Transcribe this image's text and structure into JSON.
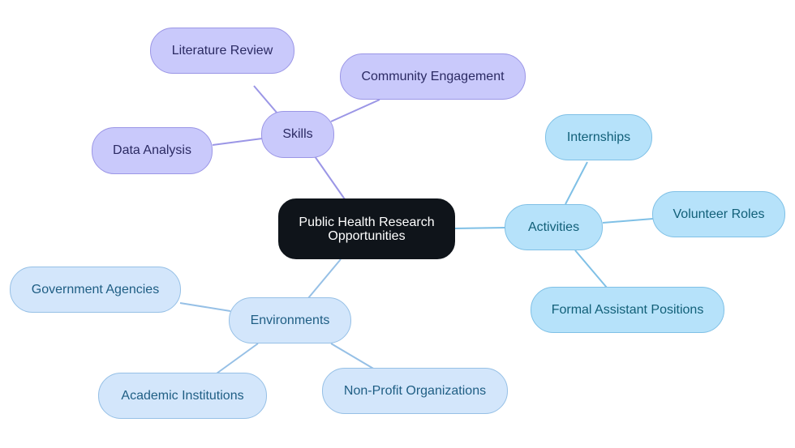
{
  "mindmap": {
    "root": "Public Health Research Opportunities",
    "branches": [
      {
        "label": "Skills",
        "children": [
          "Literature Review",
          "Community Engagement",
          "Data Analysis"
        ]
      },
      {
        "label": "Activities",
        "children": [
          "Internships",
          "Volunteer Roles",
          "Formal Assistant Positions"
        ]
      },
      {
        "label": "Environments",
        "children": [
          "Government Agencies",
          "Academic Institutions",
          "Non-Profit Organizations"
        ]
      }
    ]
  },
  "colors": {
    "root_fill": "#0f141a",
    "skills_fill": "#c9c9fb",
    "skills_edge": "#9b96e6",
    "activities_fill": "#b6e2fa",
    "activities_edge": "#7fc0e6",
    "environments_fill": "#d3e6fb",
    "environments_edge": "#96c0e6"
  }
}
